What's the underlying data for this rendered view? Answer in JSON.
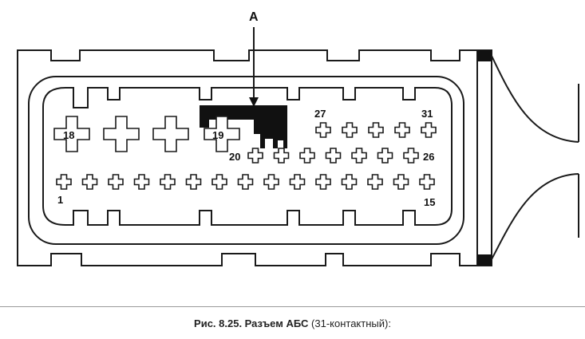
{
  "diagram": {
    "marker_label": "A",
    "pin_labels": {
      "p18": "18",
      "p19": "19",
      "p20": "20",
      "p26": "26",
      "p27": "27",
      "p31": "31",
      "p1": "1",
      "p15": "15"
    },
    "colors": {
      "stroke": "#1a1a1a",
      "fill_dark": "#111111",
      "background": "#ffffff"
    }
  },
  "caption": {
    "bold_part": "Рис. 8.25. Разъем АБС",
    "normal_part": " (31-контактный):"
  }
}
